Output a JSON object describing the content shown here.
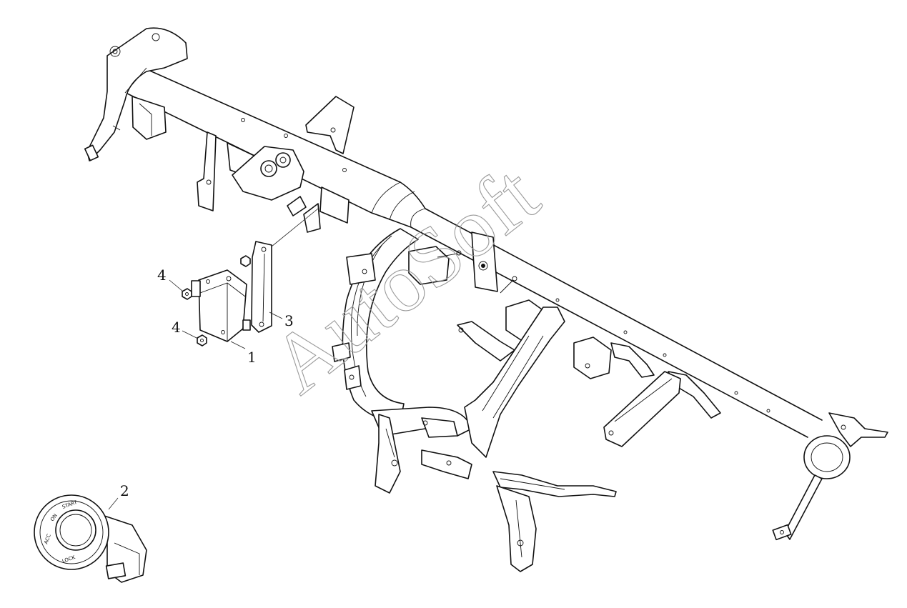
{
  "watermark": "AutoSoft",
  "callouts": {
    "p1": "1",
    "p2": "2",
    "p3": "3",
    "p4a": "4",
    "p4b": "4"
  },
  "ignition_ring": {
    "lock": "LOCK",
    "acc": "ACC",
    "on": "ON",
    "start": "START"
  }
}
